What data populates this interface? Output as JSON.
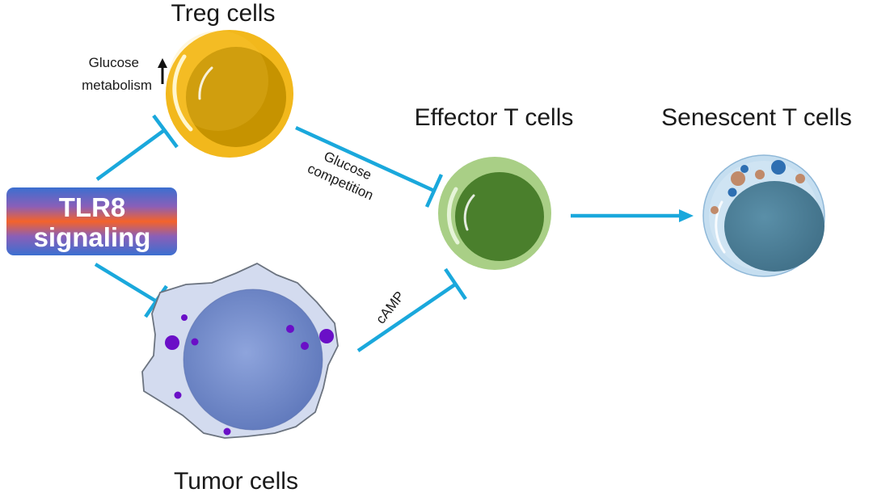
{
  "labels": {
    "treg": "Treg cells",
    "effector": "Effector T cells",
    "senescent": "Senescent T cells",
    "tumor": "Tumor cells",
    "glucose_metabolism_line1": "Glucose",
    "glucose_metabolism_line2": "metabolism",
    "glucose_competition_line1": "Glucose",
    "glucose_competition_line2": "competition",
    "camp": "cAMP"
  },
  "tlr8_badge": {
    "line1": "TLR8",
    "line2": "signaling"
  },
  "colors": {
    "arrow": "#1aa8dc",
    "treg_cell": "#f2b81c",
    "treg_nucleus": "#c69300",
    "effector_cell": "#a9cf86",
    "effector_nucleus": "#4a7f2c",
    "senescent_cell": "#c5def0",
    "senescent_nucleus": "#4c7e97",
    "tumor_cell": "#d3dbef",
    "tumor_nucleus": "#6f86c4",
    "tumor_granules": "#6a0fc7",
    "badge_top": "#3b6fd0",
    "badge_mid": "#f4632a"
  },
  "icons": {
    "up_arrow": "up-arrow-icon"
  }
}
